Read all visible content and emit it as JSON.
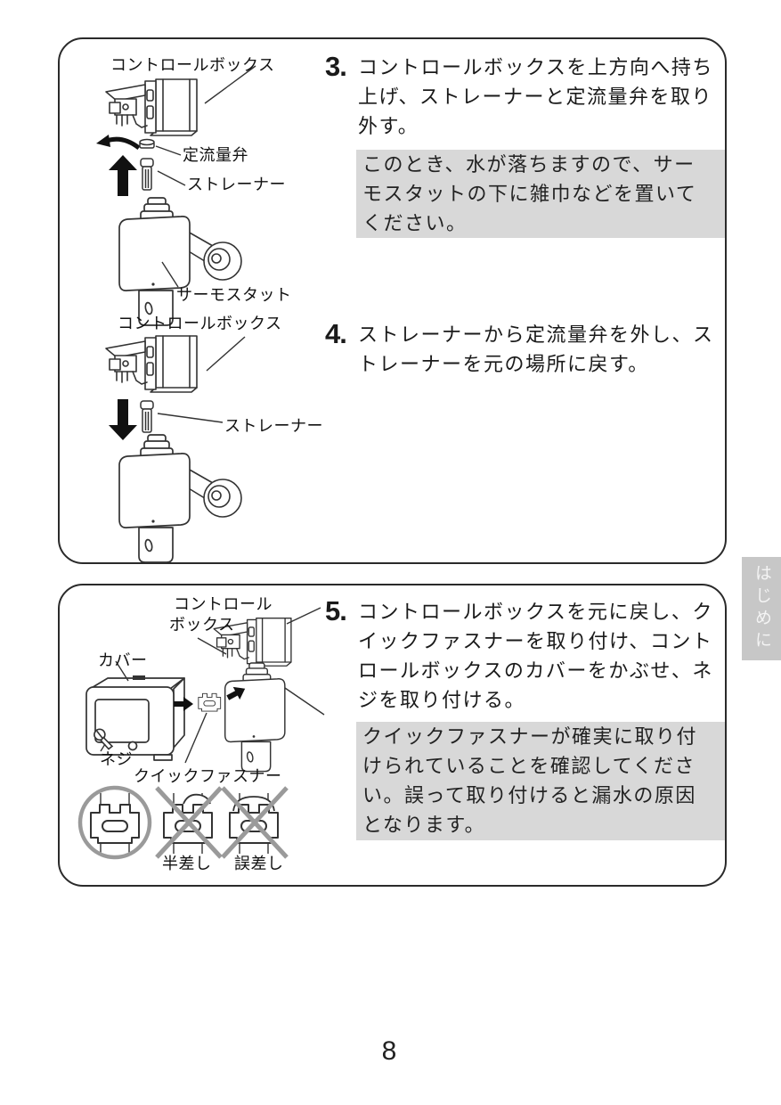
{
  "page": {
    "number": "8",
    "side_tab": "はじめに"
  },
  "panel1": {
    "step3": {
      "num": "3.",
      "text": "コントロールボックスを上方向へ持ち\n上げ、ストレーナーと定流量弁を取り\n外す。"
    },
    "note3": "このとき、水が落ちますので、サー\nモスタットの下に雑巾などを置いて\nください。",
    "step4": {
      "num": "4.",
      "text": "ストレーナーから定流量弁を外し、ス\nトレーナーを元の場所に戻す。"
    },
    "d1": {
      "control_box": "コントロールボックス",
      "flow_valve": "定流量弁",
      "strainer": "ストレーナー",
      "thermostat": "サーモスタット"
    },
    "d2": {
      "control_box": "コントロールボックス",
      "strainer": "ストレーナー"
    }
  },
  "panel2": {
    "step5": {
      "num": "5.",
      "text": "コントロールボックスを元に戻し、ク\nイックファスナーを取り付け、コント\nロールボックスのカバーをかぶせ、ネ\nジを取り付ける。"
    },
    "note5": "クイックファスナーが確実に取り付\nけられていることを確認してくださ\nい。誤って取り付けると漏水の原因\nとなります。",
    "d3": {
      "control_box_l1": "コントロール",
      "control_box_l2": "ボックス",
      "cover": "カバー",
      "screw": "ネジ",
      "quick_fastener": "クイックファスナー",
      "half_insert": "半差し",
      "wrong_insert": "誤差し"
    }
  },
  "marks": {
    "correct": "○",
    "incorrect": "×"
  },
  "colors": {
    "note_bg": "#d8d8d8",
    "tab_bg": "#c7c7c7",
    "mark_gray": "#9a9a9a",
    "line_art": "#333333"
  }
}
